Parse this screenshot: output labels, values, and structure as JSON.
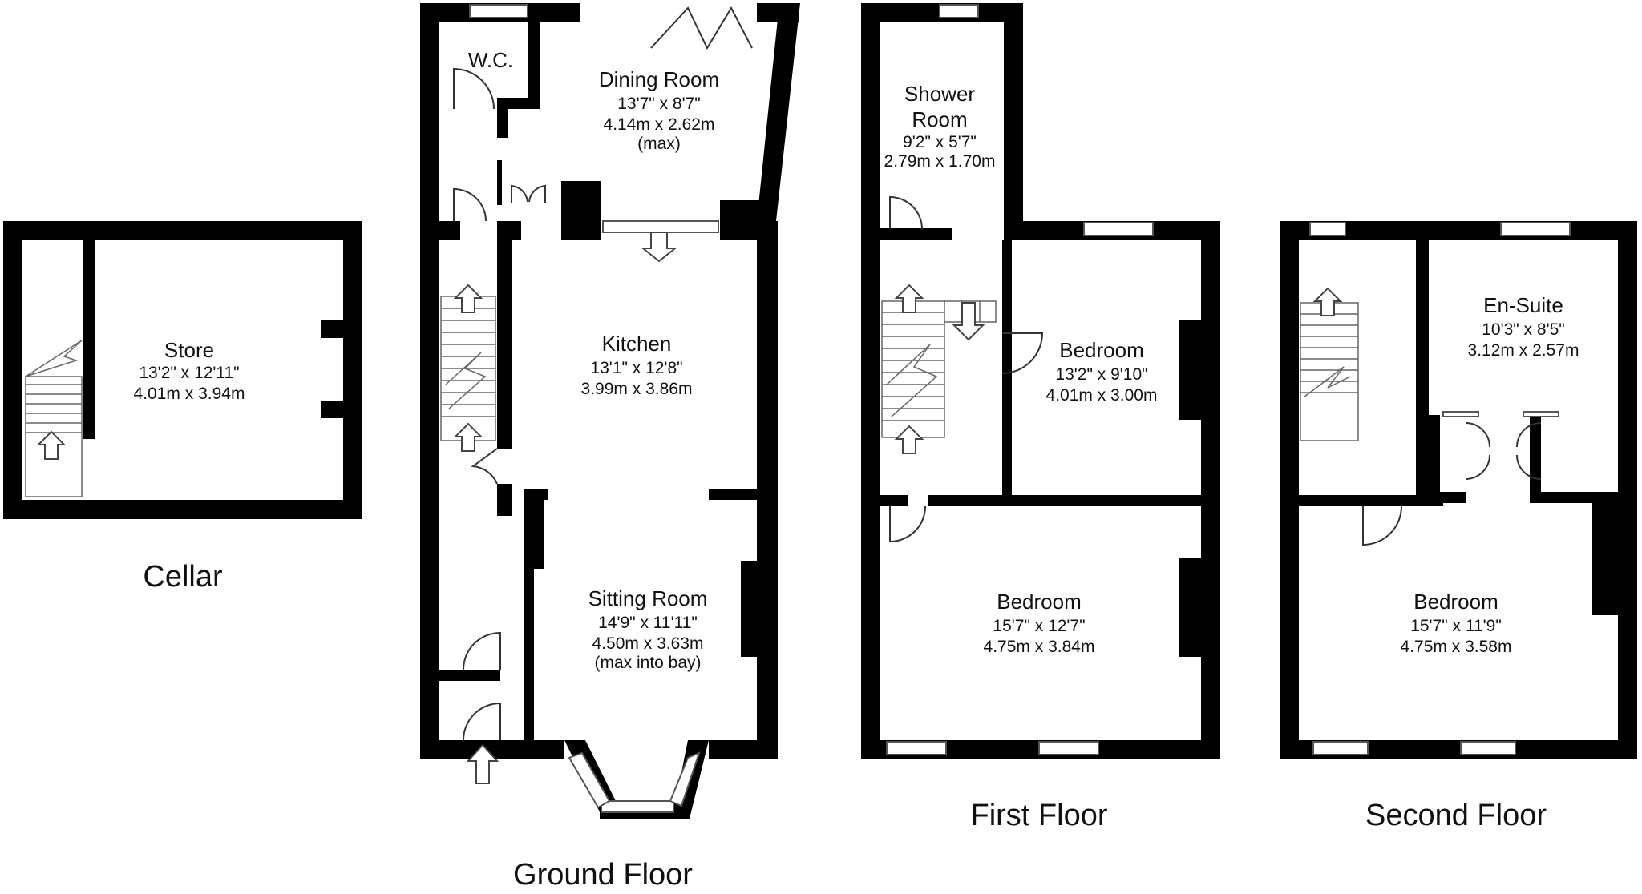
{
  "floors": [
    {
      "name": "Cellar",
      "rooms": [
        {
          "name": "Store",
          "imperial": "13'2\" x 12'11\"",
          "metric": "4.01m x 3.94m",
          "note": ""
        }
      ]
    },
    {
      "name": "Ground Floor",
      "rooms": [
        {
          "name": "W.C.",
          "imperial": "",
          "metric": "",
          "note": ""
        },
        {
          "name": "Dining Room",
          "imperial": "13'7\" x 8'7\"",
          "metric": "4.14m x 2.62m",
          "note": "(max)"
        },
        {
          "name": "Kitchen",
          "imperial": "13'1\" x 12'8\"",
          "metric": "3.99m x 3.86m",
          "note": ""
        },
        {
          "name": "Sitting Room",
          "imperial": "14'9\" x 11'11\"",
          "metric": "4.50m x 3.63m",
          "note": "(max into bay)"
        }
      ]
    },
    {
      "name": "First Floor",
      "rooms": [
        {
          "name_line1": "Shower",
          "name_line2": "Room",
          "imperial": "9'2\" x 5'7\"",
          "metric": "2.79m x 1.70m"
        },
        {
          "name": "Bedroom",
          "imperial": "13'2\" x 9'10\"",
          "metric": "4.01m x 3.00m"
        },
        {
          "name": "Bedroom",
          "imperial": "15'7\" x 12'7\"",
          "metric": "4.75m x 3.84m"
        }
      ]
    },
    {
      "name": "Second Floor",
      "rooms": [
        {
          "name": "En-Suite",
          "imperial": "10'3\" x 8'5\"",
          "metric": "3.12m x 2.57m"
        },
        {
          "name": "Bedroom",
          "imperial": "15'7\" x 11'9\"",
          "metric": "4.75m x 3.58m"
        }
      ]
    }
  ]
}
